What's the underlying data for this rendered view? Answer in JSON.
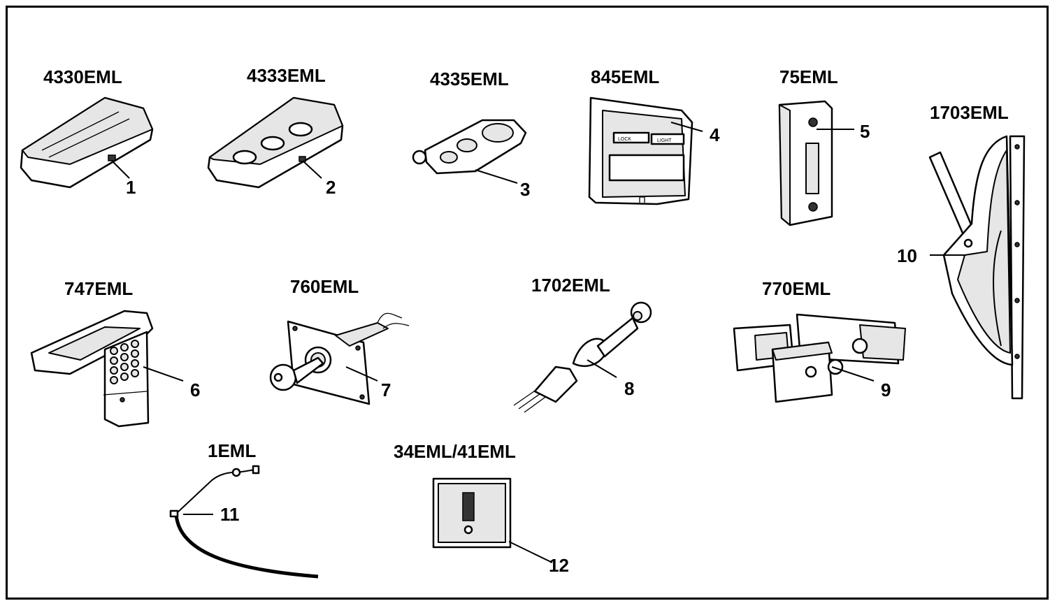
{
  "items": [
    {
      "model": "4330EML",
      "number": "1"
    },
    {
      "model": "4333EML",
      "number": "2"
    },
    {
      "model": "4335EML",
      "number": "3"
    },
    {
      "model": "845EML",
      "number": "4"
    },
    {
      "model": "75EML",
      "number": "5"
    },
    {
      "model": "747EML",
      "number": "6"
    },
    {
      "model": "760EML",
      "number": "7"
    },
    {
      "model": "1702EML",
      "number": "8"
    },
    {
      "model": "770EML",
      "number": "9"
    },
    {
      "model": "1703EML",
      "number": "10"
    },
    {
      "model": "1EML",
      "number": "11"
    },
    {
      "model": "34EML/41EML",
      "number": "12"
    }
  ],
  "panel_text": {
    "lock": "LOCK",
    "light": "LIGHT"
  }
}
